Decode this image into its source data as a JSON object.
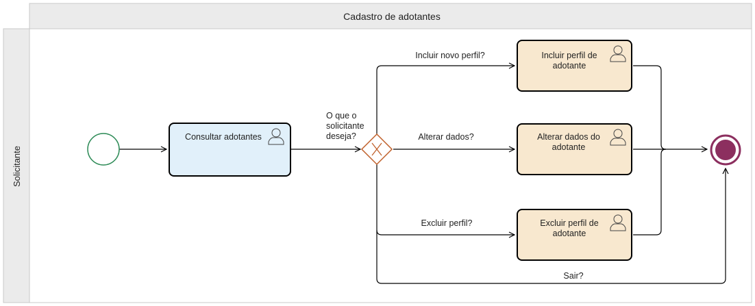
{
  "pool": {
    "title": "Cadastro de adotantes",
    "lane": "Solicitante"
  },
  "tasks": {
    "consultar": "Consultar adotantes",
    "incluir": [
      "Incluir perfil de",
      "adotante"
    ],
    "alterar": [
      "Alterar dados do",
      "adotante"
    ],
    "excluir": [
      "Excluir perfil de",
      "adotante"
    ]
  },
  "gateway": {
    "question": [
      "O que o",
      "solicitante",
      "deseja?"
    ]
  },
  "flows": {
    "incluir": "Incluir novo perfil?",
    "alterar": "Alterar dados?",
    "excluir": "Excluir perfil?",
    "sair": "Sair?"
  },
  "colors": {
    "lane_header": "#ebebeb",
    "start_event": "#2e8b57",
    "consult_task_fill": "#e1f0fa",
    "user_task_fill": "#f8e8cf",
    "gateway": "#c0602a",
    "end_event": "#8c2f5f"
  }
}
